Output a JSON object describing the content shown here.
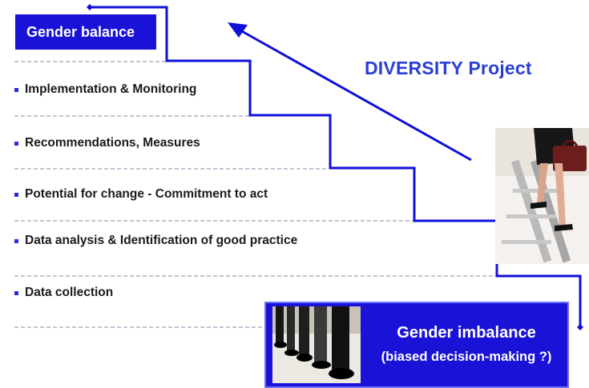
{
  "top_label": "Gender balance",
  "project_title": "DIVERSITY Project",
  "steps": [
    {
      "label": "Implementation & Monitoring"
    },
    {
      "label": "Recommendations, Measures"
    },
    {
      "label": "Potential for change - Commitment to act"
    },
    {
      "label": "Data analysis & Identification of good practice"
    },
    {
      "label": "Data collection"
    }
  ],
  "bottom_box": {
    "title": "Gender imbalance",
    "subtitle": "(biased decision-making ?)"
  },
  "colors": {
    "box_blue": "#1a12d6",
    "line_blue": "#1010d8",
    "title_blue": "#2a3ed8",
    "dash_gray": "#8888aa"
  },
  "icons": [
    "office-worker-climbing-ladder-photo",
    "row-of-shoes-photo"
  ]
}
